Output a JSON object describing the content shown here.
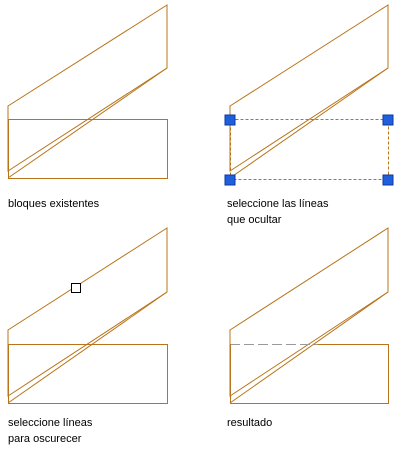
{
  "colors": {
    "line": "#b8741a",
    "grip": "#1f5fdc",
    "grip_border": "#0b3aa0",
    "hidden_line": "#9a9a9a",
    "selection_box": "#b8741a",
    "background": "#ffffff",
    "text": "#000000"
  },
  "panels": [
    {
      "id": "existing-blocks",
      "caption_lines": [
        "bloques existentes"
      ],
      "shows_selection_window": false,
      "shows_pick_box": false,
      "rectangle_top_hidden": false
    },
    {
      "id": "select-lines-to-hide",
      "caption_lines": [
        "seleccione las líneas",
        "que ocultar"
      ],
      "shows_selection_window": true,
      "shows_pick_box": false,
      "rectangle_top_hidden": false
    },
    {
      "id": "select-obscuring-lines",
      "caption_lines": [
        "seleccione líneas",
        "para oscurecer"
      ],
      "shows_selection_window": false,
      "shows_pick_box": true,
      "rectangle_top_hidden": false
    },
    {
      "id": "result",
      "caption_lines": [
        "resultado"
      ],
      "shows_selection_window": false,
      "shows_pick_box": false,
      "rectangle_top_hidden": true
    }
  ]
}
